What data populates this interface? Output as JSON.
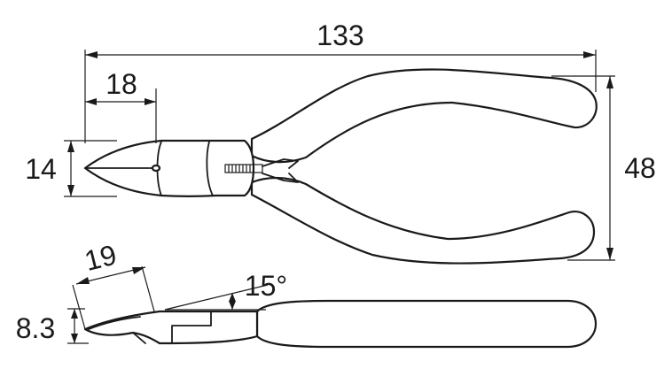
{
  "dimensions": {
    "overall_length": "133",
    "jaw_length": "18",
    "jaw_width": "14",
    "handle_spread": "48",
    "side_jaw_length": "19",
    "head_thickness": "8.3",
    "head_angle": "15°"
  },
  "colors": {
    "line": "#1a1a1a",
    "background": "#ffffff"
  }
}
